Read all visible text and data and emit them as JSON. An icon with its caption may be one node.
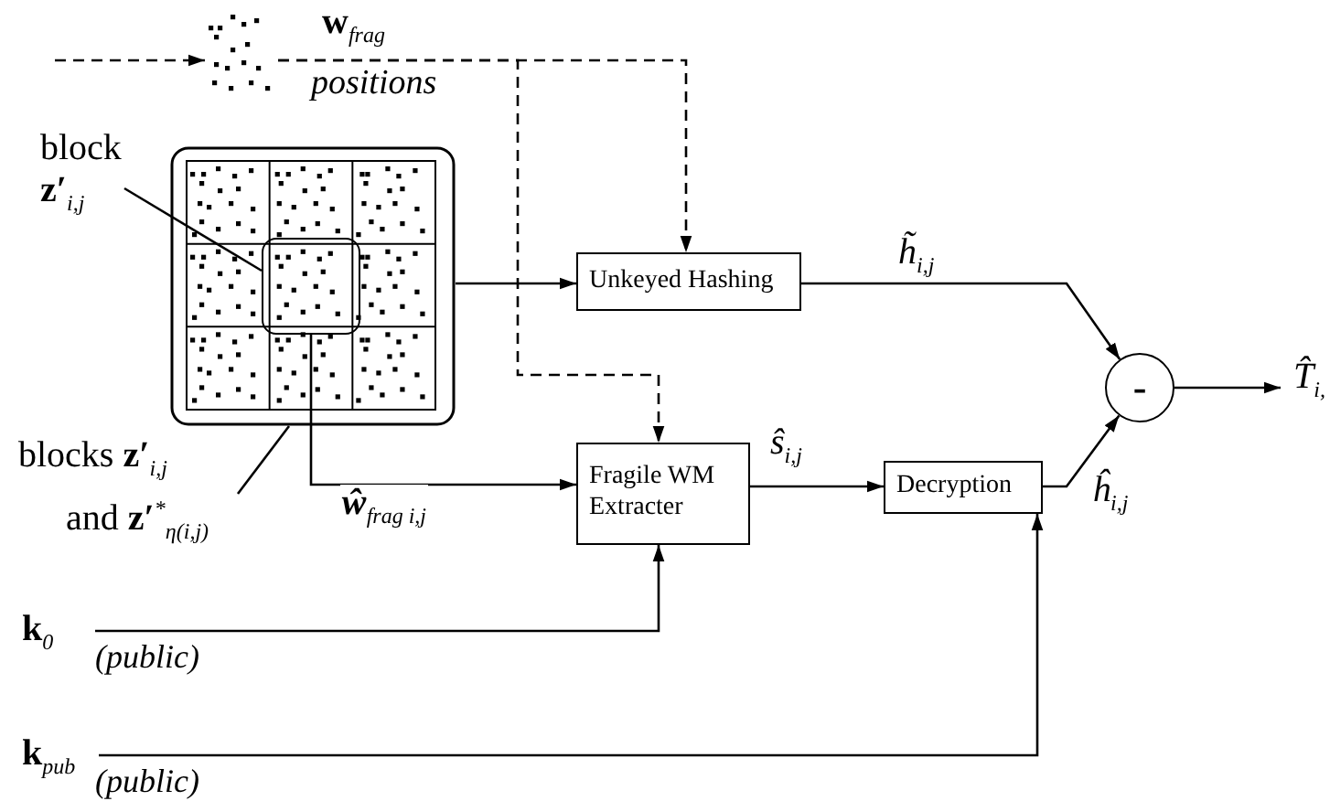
{
  "diagram": {
    "nodes": [
      {
        "text": [],
        "shape": "picture",
        "beside": [
          "**w**$_{frag}$",
          "positions"
        ]
      },
      {
        "text": [
          "block **z′**$_{i,j}$"
        ]
      },
      {
        "text": [],
        "shape": "picture"
      },
      {
        "text": [],
        "shape": "box",
        "in": 2
      },
      {
        "text": [
          "blocks **z′**$_{i,j}$",
          "and **z′**$^{*}$$_{η(i,j)}$"
        ]
      },
      {
        "text": [
          "Unkeyed Hashing"
        ]
      },
      {
        "text": [
          "Fragile WM Extracter"
        ]
      },
      {
        "text": [
          "Decryption"
        ]
      },
      {
        "text": [
          "-"
        ]
      },
      {
        "text": [
          "**k**$_{0}$"
        ],
        "beside": [
          "(public)"
        ]
      },
      {
        "text": [
          "**k**$_{pub}$"
        ],
        "beside": [
          "(public)"
        ]
      }
    ],
    "edges": [
      {
        "from": null,
        "to": 0,
        "arrow": "to",
        "style": "dashed"
      },
      {
        "from": 0,
        "to": 5,
        "arrow": "to",
        "style": "dashed"
      },
      {
        "from": 0,
        "to": 6,
        "arrow": "to",
        "style": "dashed"
      },
      {
        "from": 1,
        "to": 3,
        "arrow": "none"
      },
      {
        "from": 4,
        "to": 2,
        "arrow": "none"
      },
      {
        "from": 2,
        "to": 5,
        "arrow": "to"
      },
      {
        "from": 3,
        "to": 6,
        "arrow": "to",
        "label": "**ŵ**$_{frag i,j}$"
      },
      {
        "from": 9,
        "to": 6,
        "arrow": "to"
      },
      {
        "from": 10,
        "to": 7,
        "arrow": "to"
      },
      {
        "from": 6,
        "to": 7,
        "arrow": "to",
        "label": "ŝ$_{i,j}$"
      },
      {
        "from": 5,
        "to": 8,
        "arrow": "to",
        "label": "h̃$_{i,j}$"
      },
      {
        "from": 7,
        "to": 8,
        "arrow": "to",
        "label": "ĥ$_{i,j}$"
      },
      {
        "from": 8,
        "to": null,
        "arrow": "to",
        "label": "T̂$_{i,}$"
      }
    ]
  }
}
